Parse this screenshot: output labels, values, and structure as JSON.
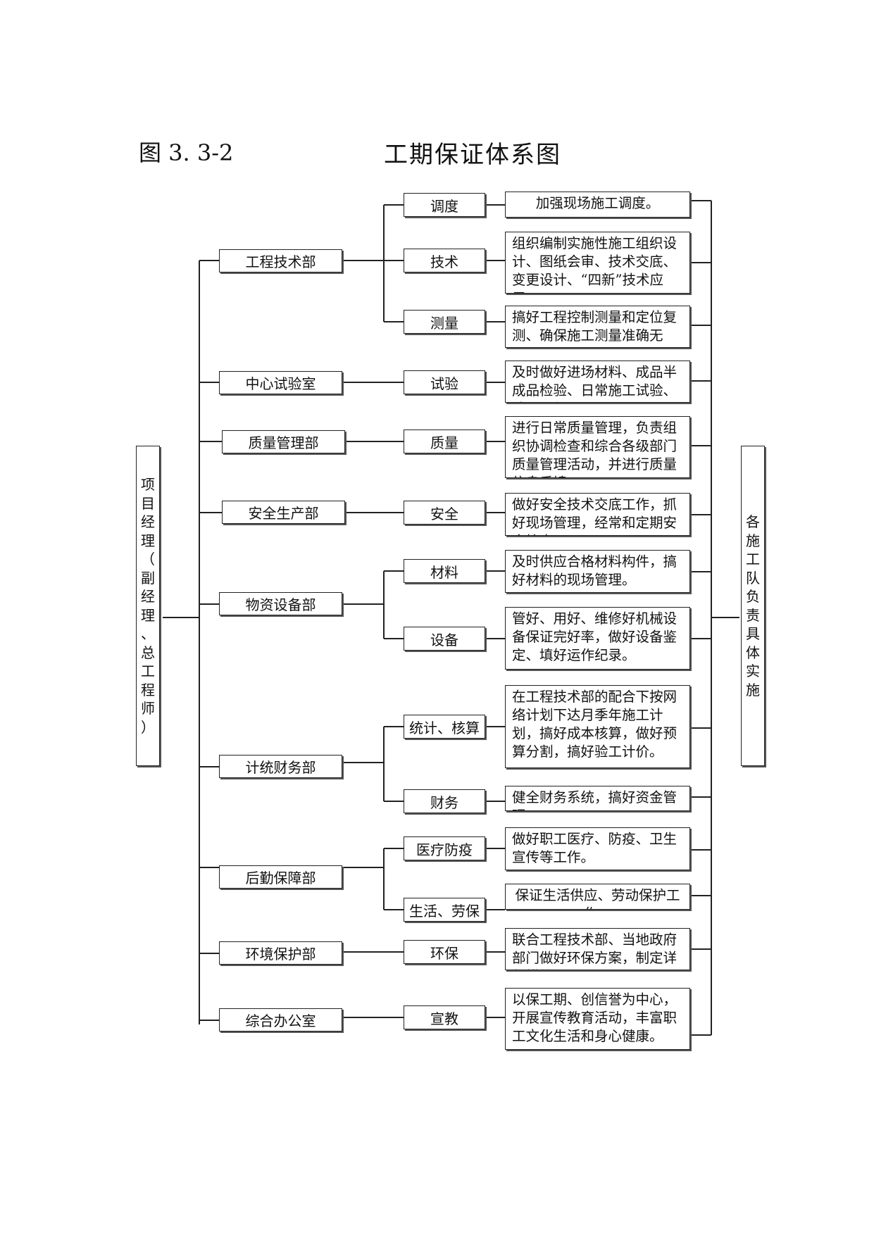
{
  "header": {
    "figure_label": "图 3. 3-2",
    "title": "工期保证体系图"
  },
  "left_root": {
    "label": "项目经理（副经理、总工程师）",
    "chars": [
      "项",
      "目",
      "经",
      "理",
      "（",
      "副",
      "经",
      "理",
      "、",
      "总",
      "工",
      "程",
      "师",
      "）"
    ]
  },
  "right_root": {
    "label": "各施工队负责具体实施",
    "chars": [
      "各",
      "施",
      "工",
      "队",
      "负",
      "责",
      "具",
      "体",
      "实",
      "施"
    ]
  },
  "departments": [
    {
      "name": "工程技术部",
      "functions": [
        {
          "name": "调度",
          "desc": "加强现场施工调度。"
        },
        {
          "name": "技术",
          "desc": "组织编制实施性施工组织设计、图纸会审、技术交底、变更设计、“四新”技术应用。"
        },
        {
          "name": "测量",
          "desc": "搞好工程控制测量和定位复测、确保施工测量准确无误。"
        }
      ]
    },
    {
      "name": "中心试验室",
      "functions": [
        {
          "name": "试验",
          "desc": "及时做好进场材料、成品半成品检验、日常施工试验、计量工作。"
        }
      ]
    },
    {
      "name": "质量管理部",
      "functions": [
        {
          "name": "质量",
          "desc": "进行日常质量管理，负责组织协调检查和综合各级部门质量管理活动，并进行质量信息反馈。"
        }
      ]
    },
    {
      "name": "安全生产部",
      "functions": [
        {
          "name": "安全",
          "desc": "做好安全技术交底工作，抓好现场管理，经常和定期安全检查。"
        }
      ]
    },
    {
      "name": "物资设备部",
      "functions": [
        {
          "name": "材料",
          "desc": "及时供应合格材料构件，搞好材料的现场管理。"
        },
        {
          "name": "设备",
          "desc": "管好、用好、维修好机械设备保证完好率，做好设备鉴定、填好运作纪录。"
        }
      ]
    },
    {
      "name": "计统财务部",
      "functions": [
        {
          "name": "统计、核算",
          "desc": "在工程技术部的配合下按网络计划下达月季年施工计划，搞好成本核算，做好预算分割，搞好验工计价。"
        },
        {
          "name": "财务",
          "desc": "健全财务系统，搞好资金管理。"
        }
      ]
    },
    {
      "name": "后勤保障部",
      "functions": [
        {
          "name": "医疗防疫",
          "desc": "做好职工医疗、防疫、卫生宣传等工作。"
        },
        {
          "name": "生活、劳保",
          "desc": "保证生活供应、劳动保护工作。"
        }
      ]
    },
    {
      "name": "环境保护部",
      "functions": [
        {
          "name": "环保",
          "desc": "联合工程技术部、当地政府部门做好环保方案，制定详细措施。"
        }
      ]
    },
    {
      "name": "综合办公室",
      "functions": [
        {
          "name": "宣教",
          "desc": "以保工期、创信誉为中心，开展宣传教育活动，丰富职工文化生活和身心健康。"
        }
      ]
    }
  ]
}
